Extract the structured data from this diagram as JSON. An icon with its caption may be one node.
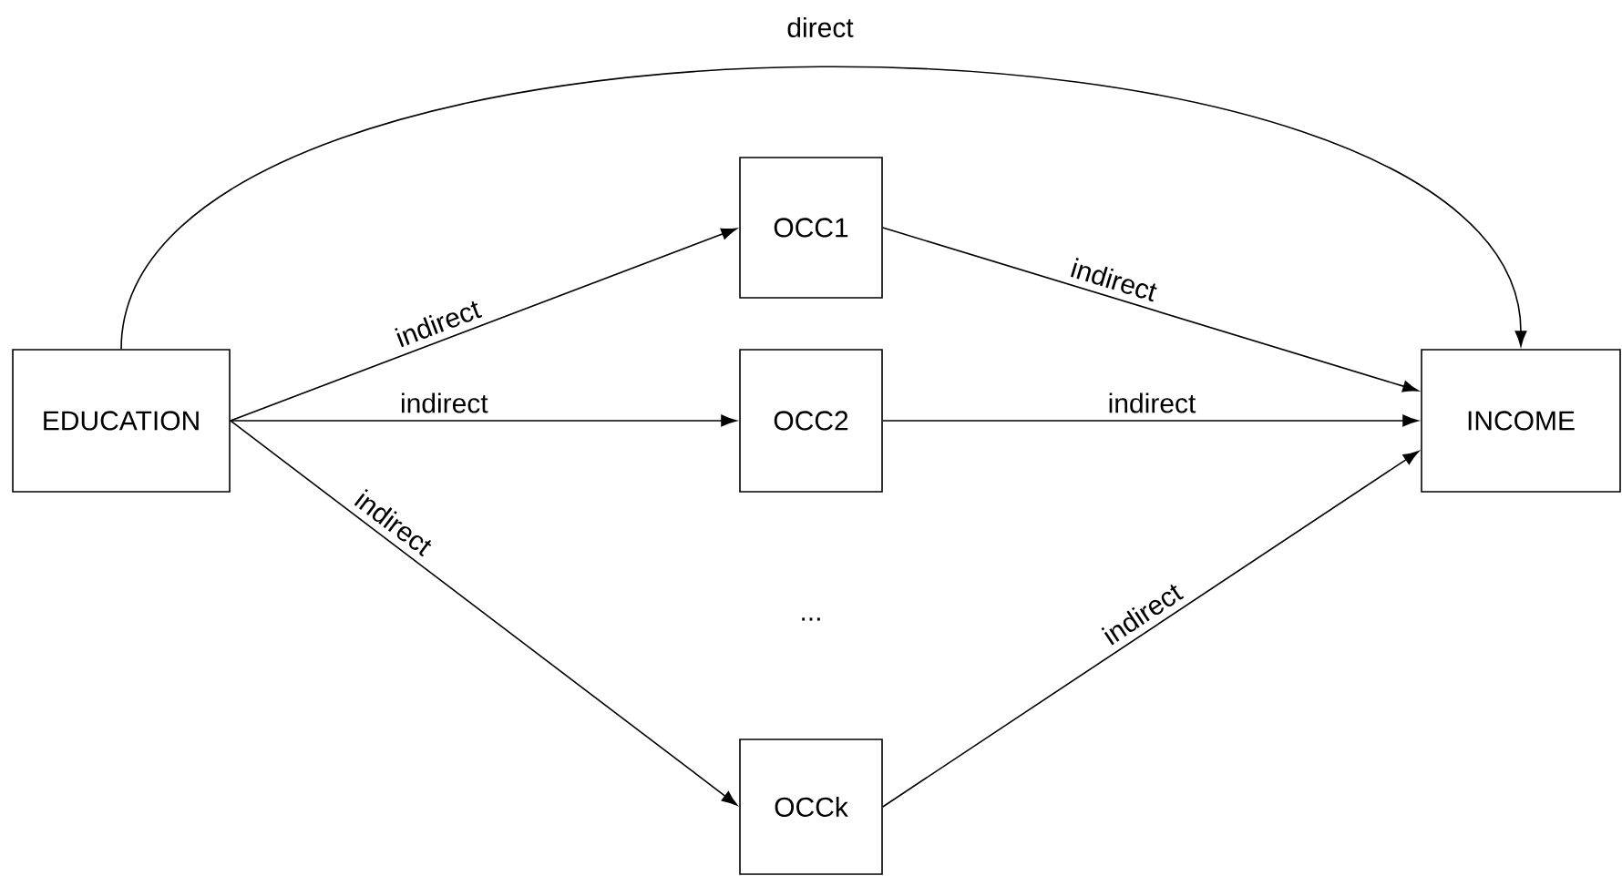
{
  "diagram": {
    "nodes": [
      {
        "text": [
          "EDUCATION"
        ]
      },
      {
        "text": [
          "OCC1"
        ]
      },
      {
        "text": [
          "OCC2"
        ]
      },
      {
        "text": [
          "OCCk"
        ]
      },
      {
        "text": [
          "INCOME"
        ]
      }
    ],
    "edges": [
      {
        "from": 0,
        "to": 1,
        "arrow": "to",
        "label": "indirect"
      },
      {
        "from": 0,
        "to": 2,
        "arrow": "to",
        "label": "indirect"
      },
      {
        "from": 0,
        "to": 3,
        "arrow": "to",
        "label": "indirect"
      },
      {
        "from": 1,
        "to": 4,
        "arrow": "to",
        "label": "indirect"
      },
      {
        "from": 2,
        "to": 4,
        "arrow": "to",
        "label": "indirect"
      },
      {
        "from": 3,
        "to": 4,
        "arrow": "to",
        "label": "indirect"
      },
      {
        "from": 0,
        "to": 4,
        "arrow": "to",
        "label": "direct"
      }
    ],
    "labels": [
      "..."
    ]
  }
}
